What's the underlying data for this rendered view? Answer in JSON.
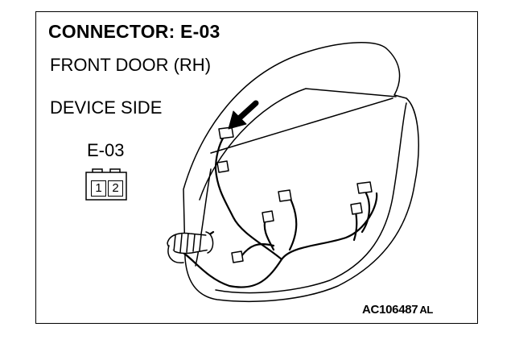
{
  "title": "CONNECTOR: E-03",
  "location": "FRONT DOOR (RH)",
  "side": "DEVICE SIDE",
  "connector": {
    "id": "E-03",
    "pins": [
      "1",
      "2"
    ]
  },
  "figure_code": "AC106487",
  "figure_suffix": "AL"
}
